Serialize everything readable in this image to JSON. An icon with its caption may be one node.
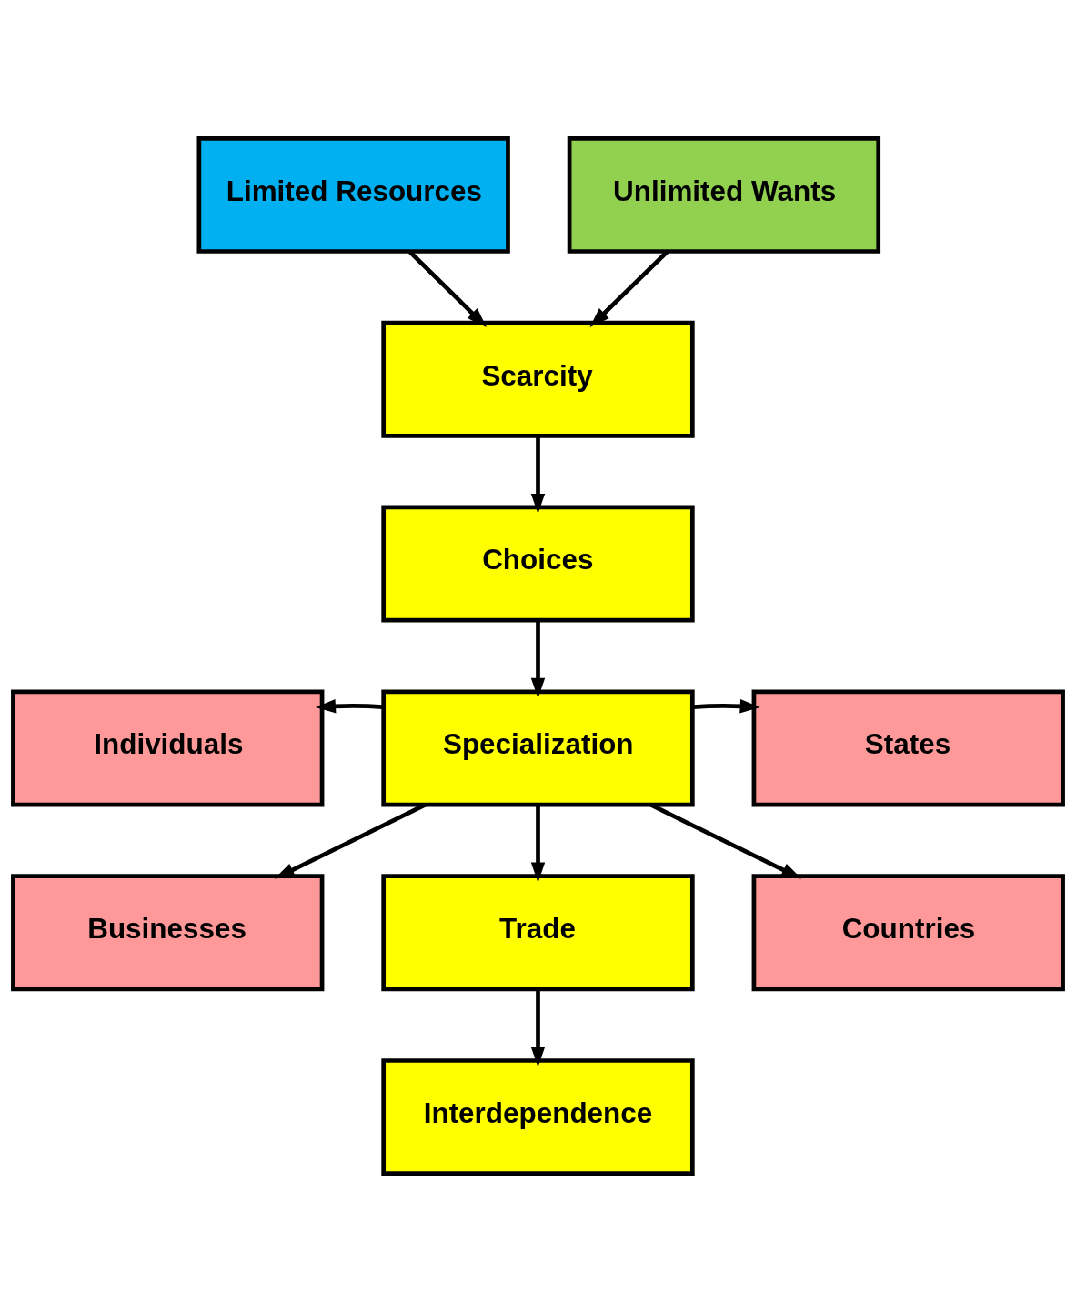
{
  "diagram": {
    "nodes": [
      {
        "text": [
          "Limited Resources"
        ]
      },
      {
        "text": [
          "Unlimited Wants"
        ]
      },
      {
        "text": [
          "Scarcity"
        ]
      },
      {
        "text": [
          "Choices"
        ]
      },
      {
        "text": [
          "Individuals"
        ]
      },
      {
        "text": [
          "Specialization"
        ]
      },
      {
        "text": [
          "States"
        ]
      },
      {
        "text": [
          "Businesses"
        ]
      },
      {
        "text": [
          "Countries"
        ]
      },
      {
        "text": [
          "Trade"
        ]
      },
      {
        "text": [
          "Interdependence"
        ]
      }
    ],
    "edges": [
      {
        "from": 0,
        "to": 2,
        "arrow": "to"
      },
      {
        "from": 1,
        "to": 2,
        "arrow": "to"
      },
      {
        "from": 2,
        "to": 3,
        "arrow": "to"
      },
      {
        "from": 3,
        "to": 5,
        "arrow": "to"
      },
      {
        "from": 5,
        "to": 4,
        "arrow": "to"
      },
      {
        "from": 5,
        "to": 7,
        "arrow": "to"
      },
      {
        "from": 5,
        "to": 6,
        "arrow": "to"
      },
      {
        "from": 5,
        "to": 8,
        "arrow": "to"
      },
      {
        "from": 5,
        "to": 9,
        "arrow": "to"
      },
      {
        "from": 9,
        "to": 10,
        "arrow": "to"
      }
    ]
  }
}
